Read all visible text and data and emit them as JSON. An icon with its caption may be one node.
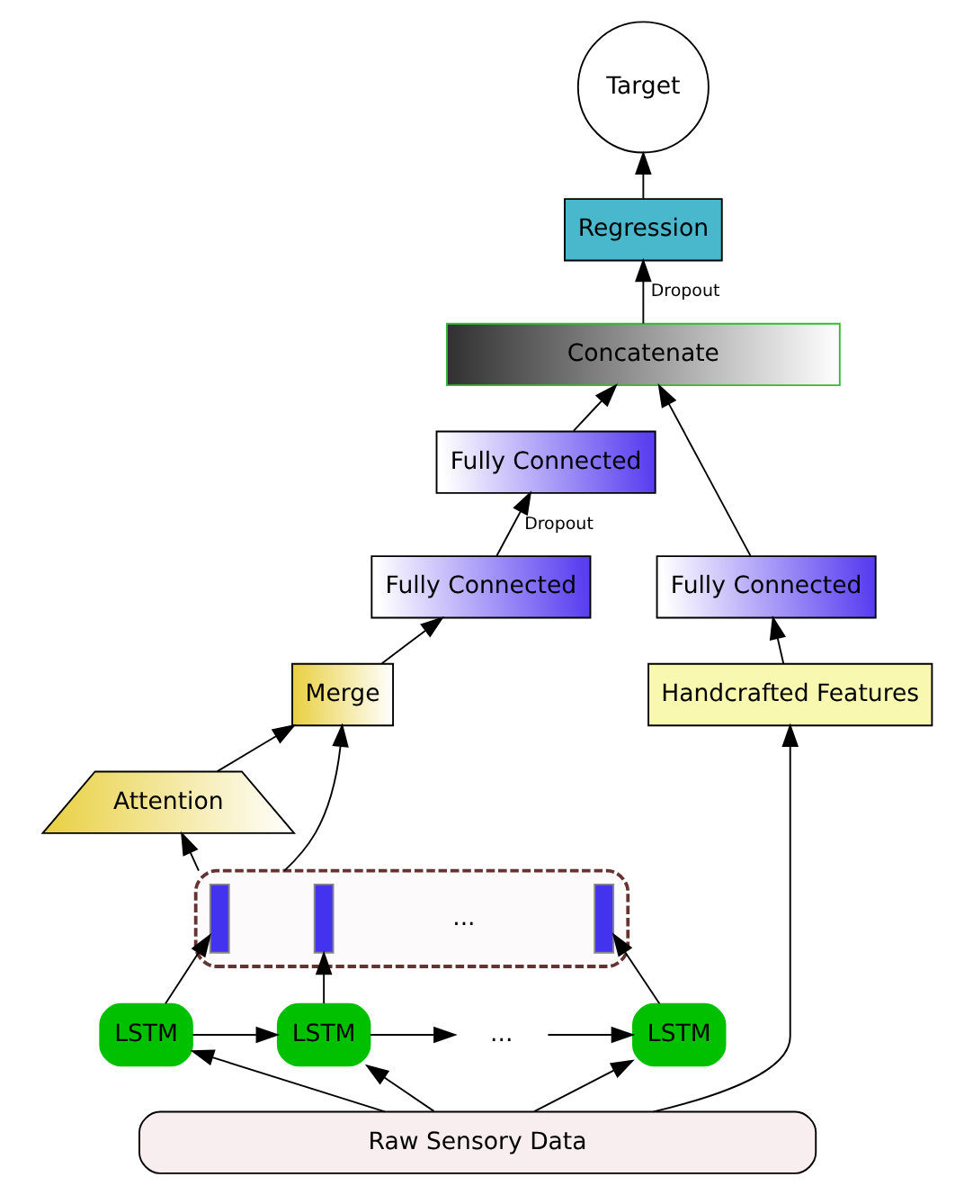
{
  "diagram": {
    "nodes": [
      {
        "text": [
          "Target"
        ]
      },
      {
        "text": [
          "Regression"
        ]
      },
      {
        "text": [
          "Concatenate"
        ]
      },
      {
        "text": [
          "Fully Connected"
        ]
      },
      {
        "text": [
          "Fully Connected"
        ]
      },
      {
        "text": [
          "Fully Connected"
        ]
      },
      {
        "text": [
          "Merge"
        ]
      },
      {
        "text": [
          "Handcrafted Features"
        ]
      },
      {
        "text": [
          "Attention"
        ]
      },
      {
        "text": [],
        "shape": "box"
      },
      {
        "text": [],
        "shape": "bar",
        "in": 9
      },
      {
        "text": [],
        "shape": "bar",
        "in": 9
      },
      {
        "text": [],
        "shape": "bar",
        "in": 9
      },
      {
        "text": [
          "LSTM"
        ]
      },
      {
        "text": [
          "LSTM"
        ]
      },
      {
        "text": [
          "..."
        ]
      },
      {
        "text": [
          "LSTM"
        ]
      },
      {
        "text": [
          "Raw Sensory Data"
        ]
      }
    ],
    "edges": [
      {
        "from": 1,
        "to": 0,
        "arrow": "to"
      },
      {
        "from": 2,
        "to": 1,
        "arrow": "to",
        "label": "Dropout"
      },
      {
        "from": 3,
        "to": 2,
        "arrow": "to"
      },
      {
        "from": 4,
        "to": 2,
        "arrow": "to"
      },
      {
        "from": 5,
        "to": 3,
        "arrow": "to",
        "label": "Dropout"
      },
      {
        "from": 6,
        "to": 5,
        "arrow": "to"
      },
      {
        "from": 7,
        "to": 4,
        "arrow": "to"
      },
      {
        "from": 8,
        "to": 6,
        "arrow": "to"
      },
      {
        "from": 9,
        "to": 8,
        "arrow": "to"
      },
      {
        "from": 9,
        "to": 6,
        "arrow": "to"
      },
      {
        "from": 13,
        "to": 10,
        "arrow": "to"
      },
      {
        "from": 14,
        "to": 11,
        "arrow": "to"
      },
      {
        "from": 16,
        "to": 12,
        "arrow": "to"
      },
      {
        "from": 13,
        "to": 14,
        "arrow": "to"
      },
      {
        "from": 14,
        "to": 15,
        "arrow": "to"
      },
      {
        "from": 15,
        "to": 16,
        "arrow": "to"
      },
      {
        "from": 17,
        "to": 13,
        "arrow": "to"
      },
      {
        "from": 17,
        "to": 14,
        "arrow": "to"
      },
      {
        "from": 17,
        "to": 16,
        "arrow": "to"
      },
      {
        "from": 17,
        "to": 7,
        "arrow": "to"
      }
    ],
    "labels": [
      "..."
    ]
  }
}
